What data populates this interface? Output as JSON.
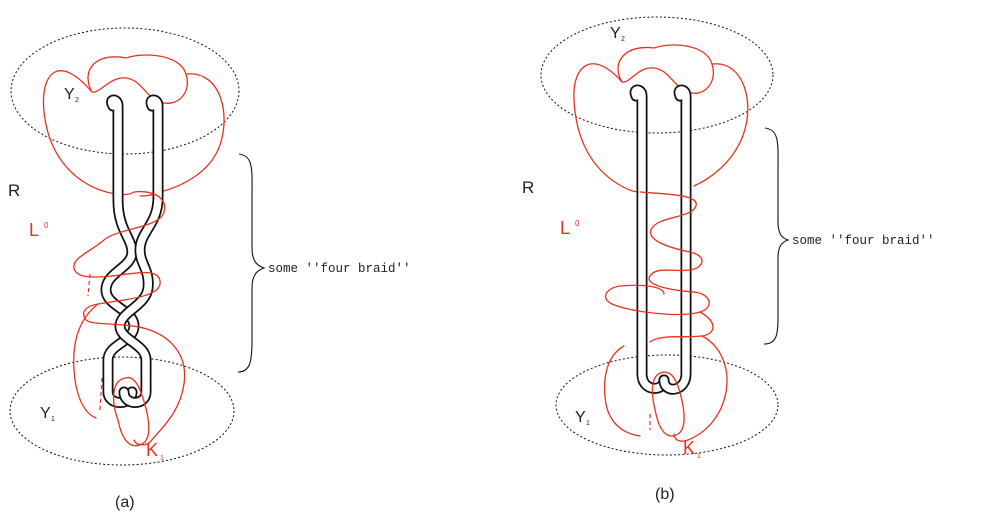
{
  "panel_a": {
    "label_R": "R",
    "label_L": "L",
    "label_L_sup": "0",
    "label_Y2": "Y",
    "label_Y2_sub": "2",
    "label_Y1": "Y",
    "label_Y1_sub": "1",
    "label_K": "K",
    "label_K_sub": "1",
    "braid_text": "some ''four braid''",
    "caption": "(a)"
  },
  "panel_b": {
    "label_R": "R",
    "label_L": "L",
    "label_L_sup": "0",
    "label_Y2": "Y",
    "label_Y2_sub": "2",
    "label_Y1": "Y",
    "label_Y1_sub": "1",
    "label_K": "K",
    "label_K_sub": "1",
    "braid_text": "some ''four braid''",
    "caption": "(b)"
  },
  "colors": {
    "red_curve": "#e8321e",
    "black_curve": "#111111"
  }
}
